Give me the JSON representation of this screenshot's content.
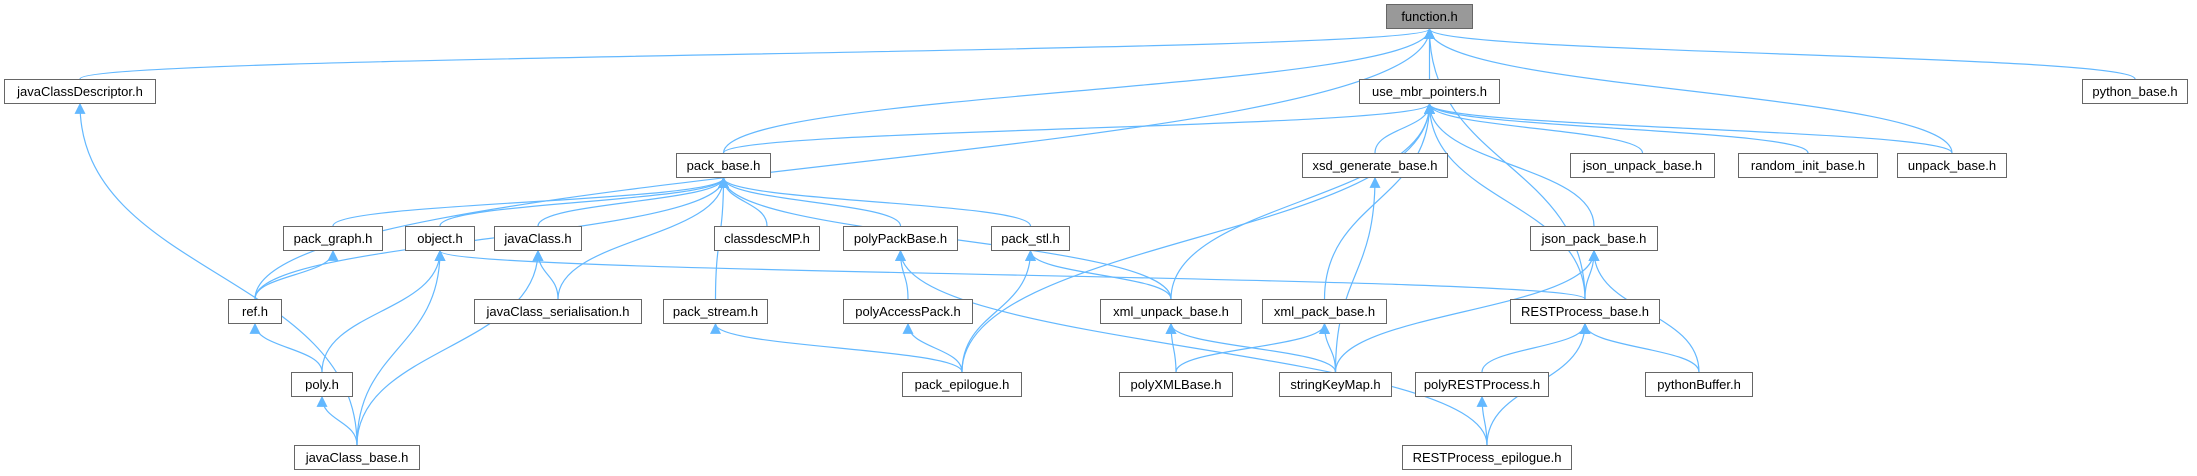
{
  "colors": {
    "edge": "#63b8ff",
    "node_border": "#666666",
    "focus_fill": "#999999"
  },
  "nodes": {
    "function_h": "function.h",
    "javaClassDescriptor_h": "javaClassDescriptor.h",
    "use_mbr_pointers_h": "use_mbr_pointers.h",
    "python_base_h": "python_base.h",
    "pack_base_h": "pack_base.h",
    "xsd_generate_base_h": "xsd_generate_base.h",
    "json_unpack_base_h": "json_unpack_base.h",
    "random_init_base_h": "random_init_base.h",
    "unpack_base_h": "unpack_base.h",
    "pack_graph_h": "pack_graph.h",
    "object_h": "object.h",
    "javaClass_h": "javaClass.h",
    "classdescMP_h": "classdescMP.h",
    "polyPackBase_h": "polyPackBase.h",
    "pack_stl_h": "pack_stl.h",
    "json_pack_base_h": "json_pack_base.h",
    "ref_h": "ref.h",
    "javaClass_serialisation_h": "javaClass_serialisation.h",
    "pack_stream_h": "pack_stream.h",
    "polyAccessPack_h": "polyAccessPack.h",
    "xml_unpack_base_h": "xml_unpack_base.h",
    "xml_pack_base_h": "xml_pack_base.h",
    "RESTProcess_base_h": "RESTProcess_base.h",
    "poly_h": "poly.h",
    "pack_epilogue_h": "pack_epilogue.h",
    "polyXMLBase_h": "polyXMLBase.h",
    "stringKeyMap_h": "stringKeyMap.h",
    "polyRESTProcess_h": "polyRESTProcess.h",
    "pythonBuffer_h": "pythonBuffer.h",
    "javaClass_base_h": "javaClass_base.h",
    "RESTProcess_epilogue_h": "RESTProcess_epilogue.h"
  },
  "edges": [
    [
      "javaClassDescriptor_h",
      "function_h"
    ],
    [
      "use_mbr_pointers_h",
      "function_h"
    ],
    [
      "python_base_h",
      "function_h"
    ],
    [
      "pack_base_h",
      "function_h"
    ],
    [
      "unpack_base_h",
      "function_h"
    ],
    [
      "ref_h",
      "function_h"
    ],
    [
      "RESTProcess_base_h",
      "function_h"
    ],
    [
      "pack_base_h",
      "use_mbr_pointers_h"
    ],
    [
      "xsd_generate_base_h",
      "use_mbr_pointers_h"
    ],
    [
      "json_unpack_base_h",
      "use_mbr_pointers_h"
    ],
    [
      "random_init_base_h",
      "use_mbr_pointers_h"
    ],
    [
      "unpack_base_h",
      "use_mbr_pointers_h"
    ],
    [
      "json_pack_base_h",
      "use_mbr_pointers_h"
    ],
    [
      "xml_unpack_base_h",
      "use_mbr_pointers_h"
    ],
    [
      "xml_pack_base_h",
      "use_mbr_pointers_h"
    ],
    [
      "RESTProcess_base_h",
      "use_mbr_pointers_h"
    ],
    [
      "pack_epilogue_h",
      "use_mbr_pointers_h"
    ],
    [
      "pack_graph_h",
      "pack_base_h"
    ],
    [
      "object_h",
      "pack_base_h"
    ],
    [
      "javaClass_h",
      "pack_base_h"
    ],
    [
      "classdescMP_h",
      "pack_base_h"
    ],
    [
      "polyPackBase_h",
      "pack_base_h"
    ],
    [
      "pack_stl_h",
      "pack_base_h"
    ],
    [
      "ref_h",
      "pack_base_h"
    ],
    [
      "javaClass_serialisation_h",
      "pack_base_h"
    ],
    [
      "pack_stream_h",
      "pack_base_h"
    ],
    [
      "xml_unpack_base_h",
      "pack_base_h"
    ],
    [
      "ref_h",
      "pack_graph_h"
    ],
    [
      "poly_h",
      "object_h"
    ],
    [
      "javaClass_base_h",
      "object_h"
    ],
    [
      "RESTProcess_base_h",
      "object_h"
    ],
    [
      "javaClass_serialisation_h",
      "javaClass_h"
    ],
    [
      "javaClass_base_h",
      "javaClass_h"
    ],
    [
      "polyAccessPack_h",
      "polyPackBase_h"
    ],
    [
      "RESTProcess_epilogue_h",
      "polyPackBase_h"
    ],
    [
      "xml_unpack_base_h",
      "pack_stl_h"
    ],
    [
      "pack_epilogue_h",
      "pack_stl_h"
    ],
    [
      "poly_h",
      "ref_h"
    ],
    [
      "javaClass_base_h",
      "poly_h"
    ],
    [
      "javaClass_base_h",
      "javaClassDescriptor_h"
    ],
    [
      "pack_epilogue_h",
      "pack_stream_h"
    ],
    [
      "pack_epilogue_h",
      "polyAccessPack_h"
    ],
    [
      "polyXMLBase_h",
      "xml_unpack_base_h"
    ],
    [
      "stringKeyMap_h",
      "xml_unpack_base_h"
    ],
    [
      "polyXMLBase_h",
      "xml_pack_base_h"
    ],
    [
      "stringKeyMap_h",
      "xml_pack_base_h"
    ],
    [
      "stringKeyMap_h",
      "xsd_generate_base_h"
    ],
    [
      "RESTProcess_base_h",
      "json_pack_base_h"
    ],
    [
      "stringKeyMap_h",
      "json_pack_base_h"
    ],
    [
      "pythonBuffer_h",
      "json_pack_base_h"
    ],
    [
      "polyRESTProcess_h",
      "RESTProcess_base_h"
    ],
    [
      "pythonBuffer_h",
      "RESTProcess_base_h"
    ],
    [
      "RESTProcess_epilogue_h",
      "RESTProcess_base_h"
    ],
    [
      "RESTProcess_epilogue_h",
      "polyRESTProcess_h"
    ]
  ]
}
